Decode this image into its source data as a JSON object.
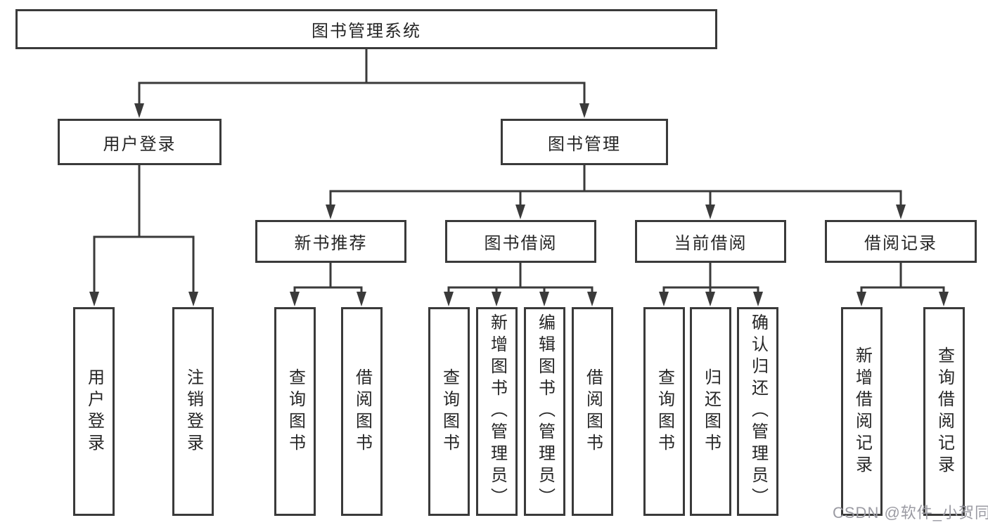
{
  "diagram": {
    "root": {
      "label": "图书管理系统"
    },
    "user_login": {
      "label": "用户登录",
      "children": [
        {
          "label": "用户登录"
        },
        {
          "label": "注销登录"
        }
      ]
    },
    "book_mgmt": {
      "label": "图书管理",
      "sections": [
        {
          "label": "新书推荐",
          "children": [
            {
              "label": "查询图书"
            },
            {
              "label": "借阅图书"
            }
          ]
        },
        {
          "label": "图书借阅",
          "children": [
            {
              "label": "查询图书"
            },
            {
              "label": "新增图书（管理员）"
            },
            {
              "label": "编辑图书（管理员）"
            },
            {
              "label": "借阅图书"
            }
          ]
        },
        {
          "label": "当前借阅",
          "children": [
            {
              "label": "查询图书"
            },
            {
              "label": "归还图书"
            },
            {
              "label": "确认归还（管理员）"
            }
          ]
        },
        {
          "label": "借阅记录",
          "children": [
            {
              "label": "新增借阅记录"
            },
            {
              "label": "查询借阅记录"
            }
          ]
        }
      ]
    },
    "watermark": "CSDN @软件_小贺同学"
  },
  "colors": {
    "line": "#3a3a3a",
    "text": "#262626",
    "background": "#ffffff",
    "watermark": "#9b9ba3"
  }
}
